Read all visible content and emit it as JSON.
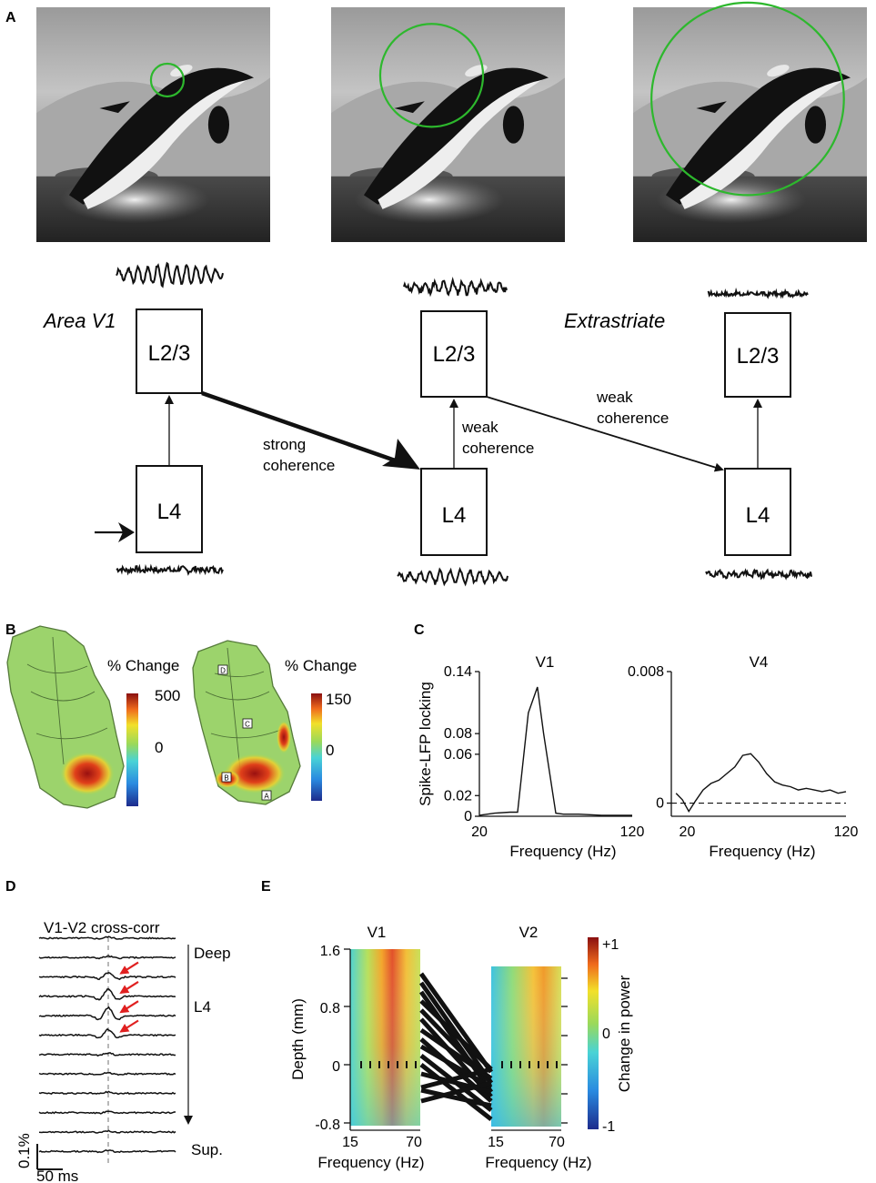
{
  "panel_letters": [
    "A",
    "B",
    "C",
    "D",
    "E"
  ],
  "panelA": {
    "area_v1_label": "Area V1",
    "extrastriate_label": "Extrastriate",
    "layer_top": "L2/3",
    "layer_bottom": "L4",
    "strong_coherence": [
      "strong",
      "coherence"
    ],
    "weak_coherence": [
      "weak",
      "coherence"
    ],
    "rf_circle_radii_rel": [
      0.07,
      0.22,
      0.42
    ],
    "circle_color": "#2db82d"
  },
  "panelB": {
    "maps": [
      {
        "label": "% Change",
        "ticks": [
          "500",
          "0"
        ]
      },
      {
        "label": "% Change",
        "ticks": [
          "150",
          "0"
        ]
      }
    ],
    "site_labels": [
      "D",
      "C",
      "B",
      "A"
    ]
  },
  "panelE": {
    "titles": [
      "V1",
      "V2"
    ],
    "ylabel": "Depth (mm)",
    "xlabel": "Frequency (Hz)",
    "yticks": [
      "1.6",
      "0.8",
      "0",
      "-0.8"
    ],
    "xticks": [
      "15",
      "70"
    ],
    "colorbar_label": "Change in power",
    "colorbar_ticks": [
      "+1",
      "0",
      "-1"
    ]
  },
  "panelD": {
    "title": "V1-V2 cross-corr",
    "deep_label": "Deep",
    "l4_label": "L4",
    "sup_label": "Sup.",
    "scale_y": "0.1%",
    "scale_x": "50 ms",
    "trace_count": 12,
    "trace_amplitudes": [
      0.15,
      0.15,
      0.55,
      0.85,
      1.0,
      0.7,
      0.2,
      0.15,
      0.15,
      0.15,
      0.15,
      0.15
    ],
    "arrow_color": "#e02020"
  },
  "chart_data": [
    {
      "type": "line",
      "title": "V1",
      "ylabel": "Spike-LFP locking",
      "xlabel": "Frequency (Hz)",
      "xticks": [
        20,
        120
      ],
      "yticks": [
        0,
        0.02,
        0.06,
        0.08,
        0.14
      ],
      "xlim": [
        20,
        120
      ],
      "ylim": [
        0,
        0.14
      ],
      "x": [
        20,
        30,
        40,
        45,
        52,
        58,
        62,
        70,
        75,
        85,
        100,
        120
      ],
      "y": [
        0.001,
        0.003,
        0.004,
        0.004,
        0.1,
        0.125,
        0.08,
        0.003,
        0.002,
        0.002,
        0.001,
        0.001
      ]
    },
    {
      "type": "line",
      "title": "V4",
      "xlabel": "Frequency (Hz)",
      "xticks": [
        20,
        120
      ],
      "yticks": [
        0,
        0.008
      ],
      "xlim": [
        10,
        120
      ],
      "ylim": [
        -0.0008,
        0.008
      ],
      "x": [
        13,
        17,
        21,
        25,
        30,
        35,
        40,
        45,
        50,
        55,
        60,
        65,
        70,
        75,
        80,
        85,
        90,
        95,
        100,
        105,
        110,
        115,
        120
      ],
      "y": [
        0.0006,
        0.0002,
        -0.0005,
        0.0001,
        0.0008,
        0.0012,
        0.0014,
        0.0018,
        0.0022,
        0.0029,
        0.003,
        0.0025,
        0.0018,
        0.0013,
        0.0011,
        0.001,
        0.0008,
        0.0009,
        0.0008,
        0.0007,
        0.0008,
        0.0006,
        0.0007
      ]
    }
  ]
}
